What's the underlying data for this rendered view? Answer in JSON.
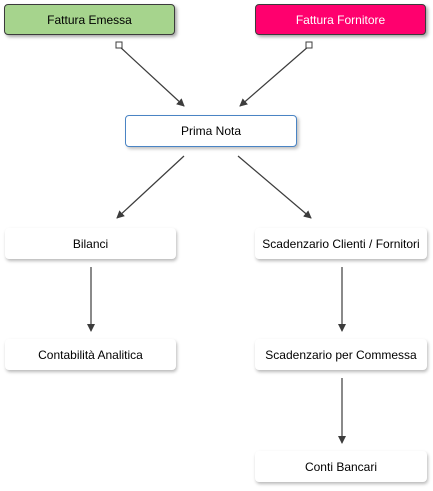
{
  "nodes": {
    "fattura_emessa": "Fattura Emessa",
    "fattura_fornitore": "Fattura Fornitore",
    "prima_nota": "Prima Nota",
    "bilanci": "Bilanci",
    "scadenzario_clienti_fornitori": "Scadenzario Clienti / Fornitori",
    "contabilita_analitica": "Contabilità Analitica",
    "scadenzario_commessa": "Scadenzario per Commessa",
    "conti_bancari": "Conti Bancari"
  },
  "colors": {
    "fattura_emessa_fill": "#a6d48d",
    "fattura_fornitore_fill": "#ff006e",
    "prima_nota_border": "#4a84c4",
    "edge": "#3c3c3c"
  },
  "edges": [
    {
      "from": "fattura_emessa",
      "to": "prima_nota"
    },
    {
      "from": "fattura_fornitore",
      "to": "prima_nota"
    },
    {
      "from": "prima_nota",
      "to": "bilanci"
    },
    {
      "from": "prima_nota",
      "to": "scadenzario_clienti_fornitori"
    },
    {
      "from": "bilanci",
      "to": "contabilita_analitica"
    },
    {
      "from": "scadenzario_clienti_fornitori",
      "to": "scadenzario_commessa"
    },
    {
      "from": "scadenzario_commessa",
      "to": "conti_bancari"
    }
  ]
}
